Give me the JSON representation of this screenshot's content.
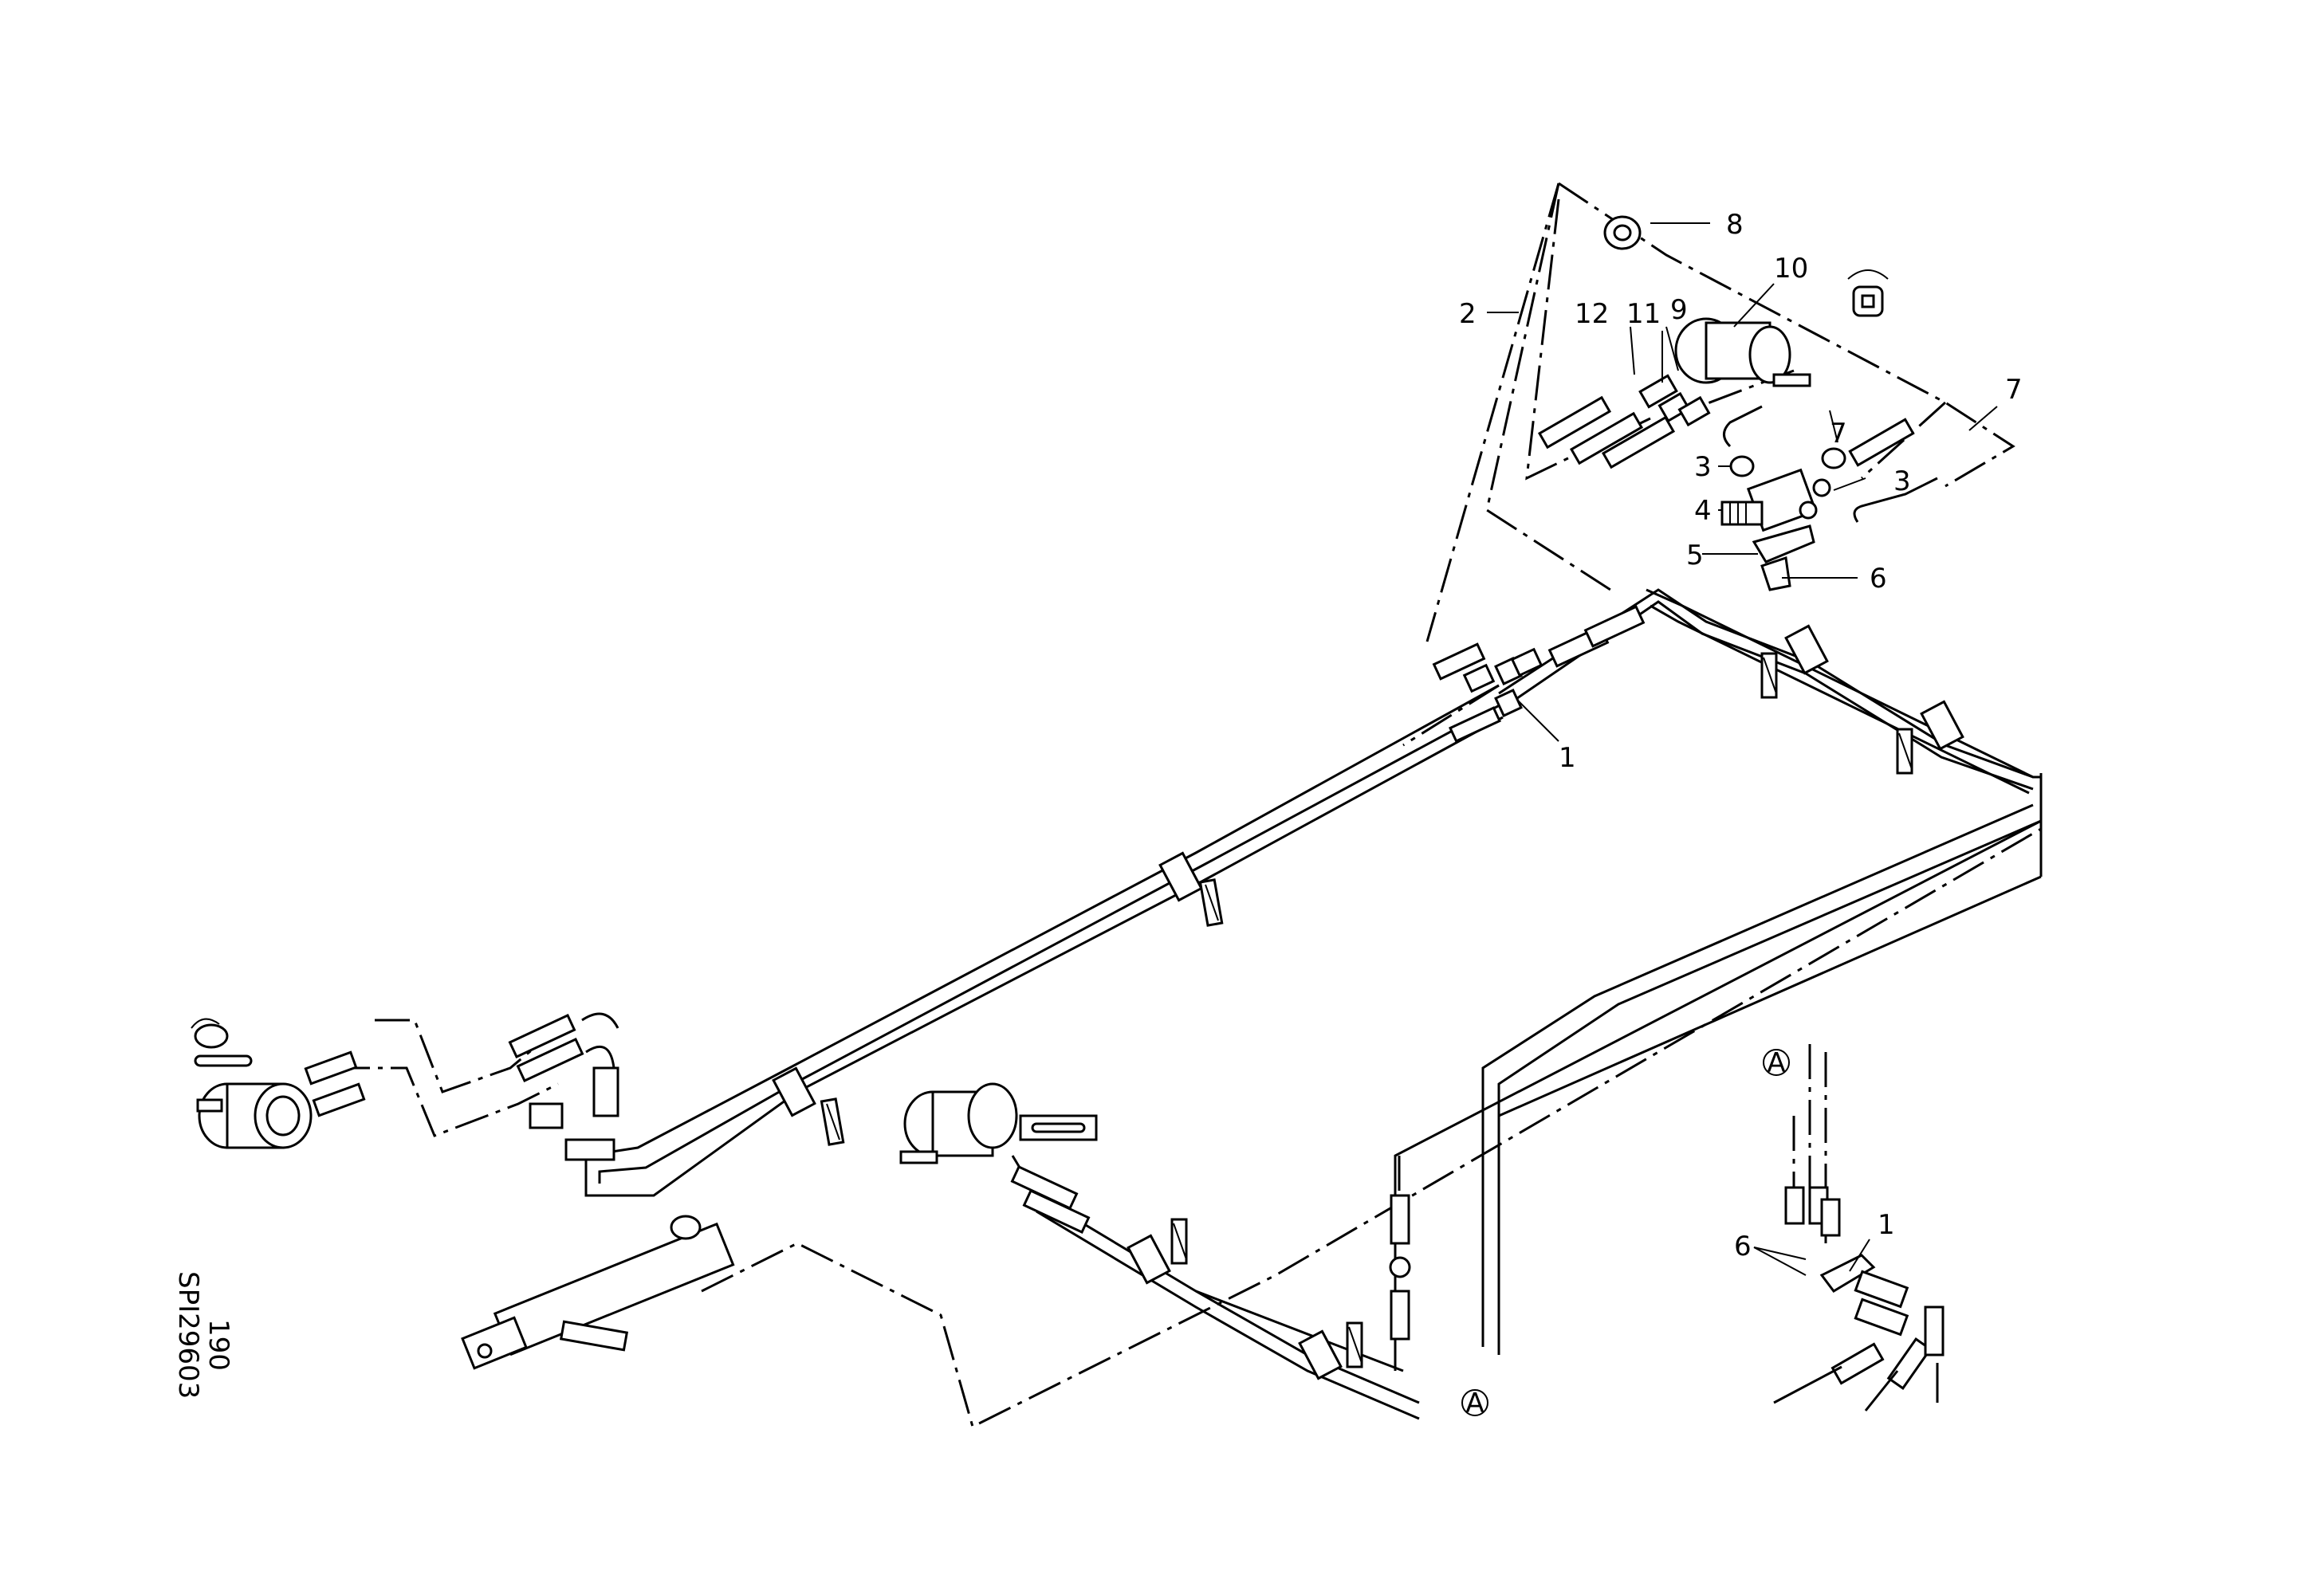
{
  "diagram": {
    "callouts": {
      "c1_top": "1",
      "c2": "2",
      "c3_left": "3",
      "c3_right": "3",
      "c4": "4",
      "c5": "5",
      "c6_top": "6",
      "c7_mid": "7",
      "c7_right": "7",
      "c8": "8",
      "c9": "9",
      "c10": "10",
      "c11": "11",
      "c12": "12",
      "c1_detail": "1",
      "c6_detail": "6"
    },
    "view_marker": "A",
    "side_codes": {
      "page_number": "190",
      "drawing_id": "SPI29603"
    }
  }
}
